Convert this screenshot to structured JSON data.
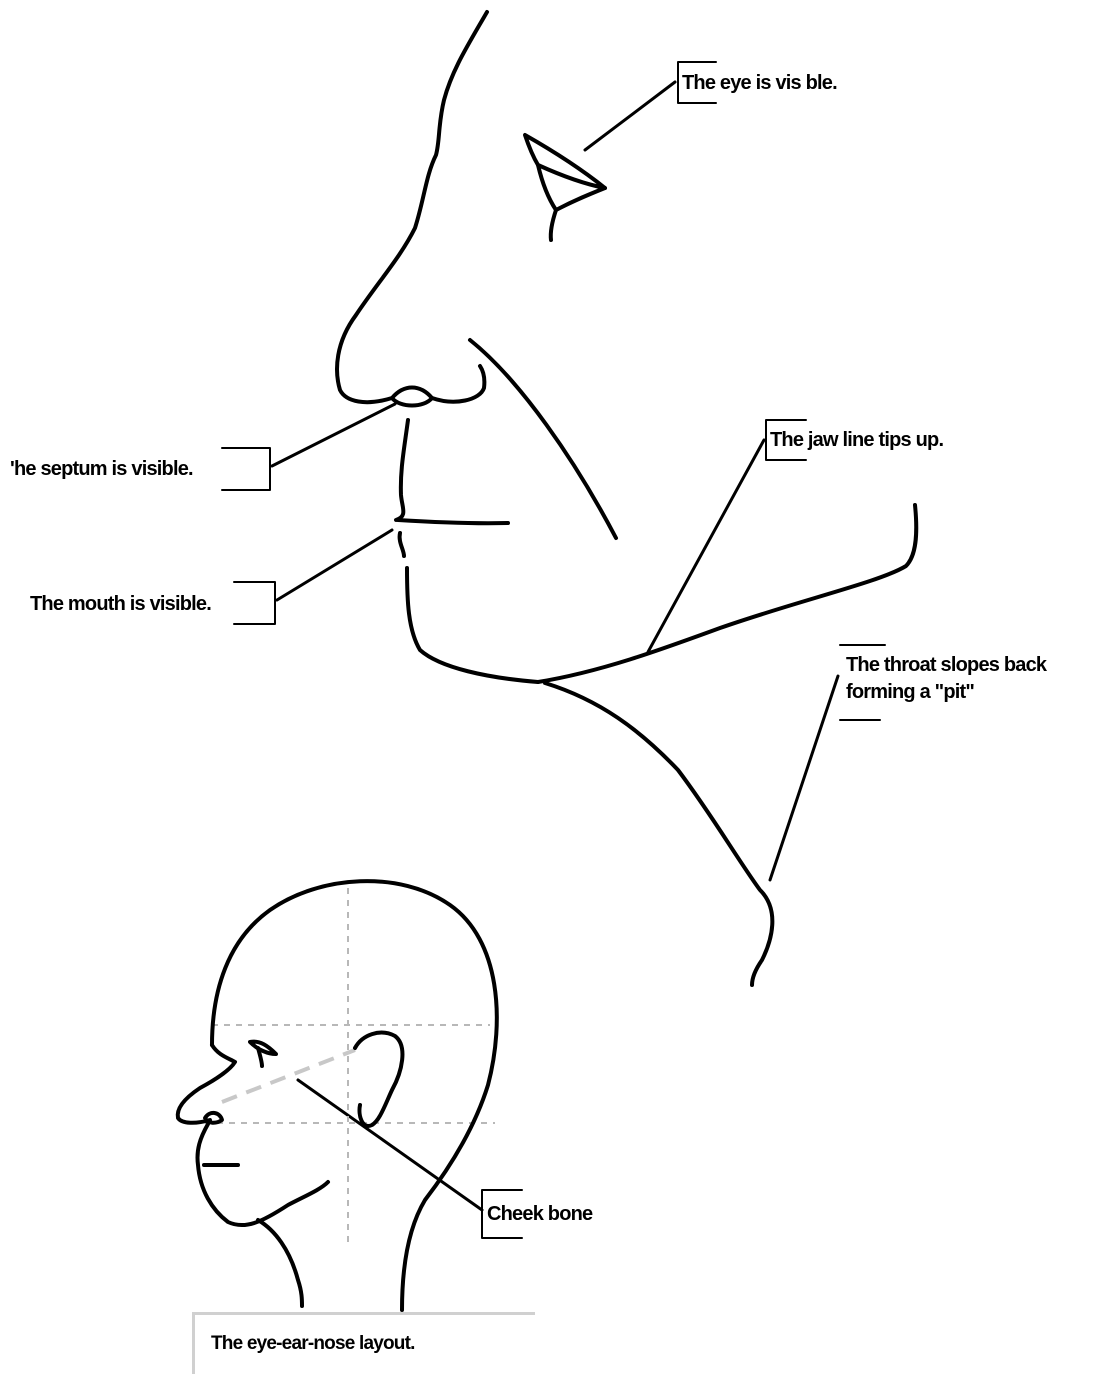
{
  "labels": {
    "eye": "The eye is vis ble.",
    "septum": "'he septum is visible.",
    "jaw": "The jaw line tips up.",
    "mouth": "The mouth is visible.",
    "throat_line1": "The throat slopes back",
    "throat_line2": "forming a \"pit\"",
    "cheek": "Cheek bone"
  },
  "caption": "The eye-ear-nose layout.",
  "colors": {
    "ink": "#000000",
    "guide": "#b8b8b8",
    "caption_border": "#d0d0d0"
  }
}
